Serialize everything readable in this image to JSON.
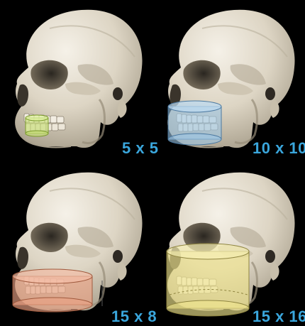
{
  "panels": [
    {
      "label": "5 x 5",
      "cylinder_color": "#c9e07a",
      "stroke": "#7a9a2a"
    },
    {
      "label": "10 x 10",
      "cylinder_color": "#9cc6e6",
      "stroke": "#4a78a0"
    },
    {
      "label": "15 x 8",
      "cylinder_color": "#e9a184",
      "stroke": "#a05a3e"
    },
    {
      "label": "15 x 16",
      "cylinder_color": "#f0e58e",
      "stroke": "#8f8540"
    }
  ],
  "colors": {
    "background": "#000000",
    "bone": "#e3dccd",
    "label": "#3aa6dc"
  }
}
